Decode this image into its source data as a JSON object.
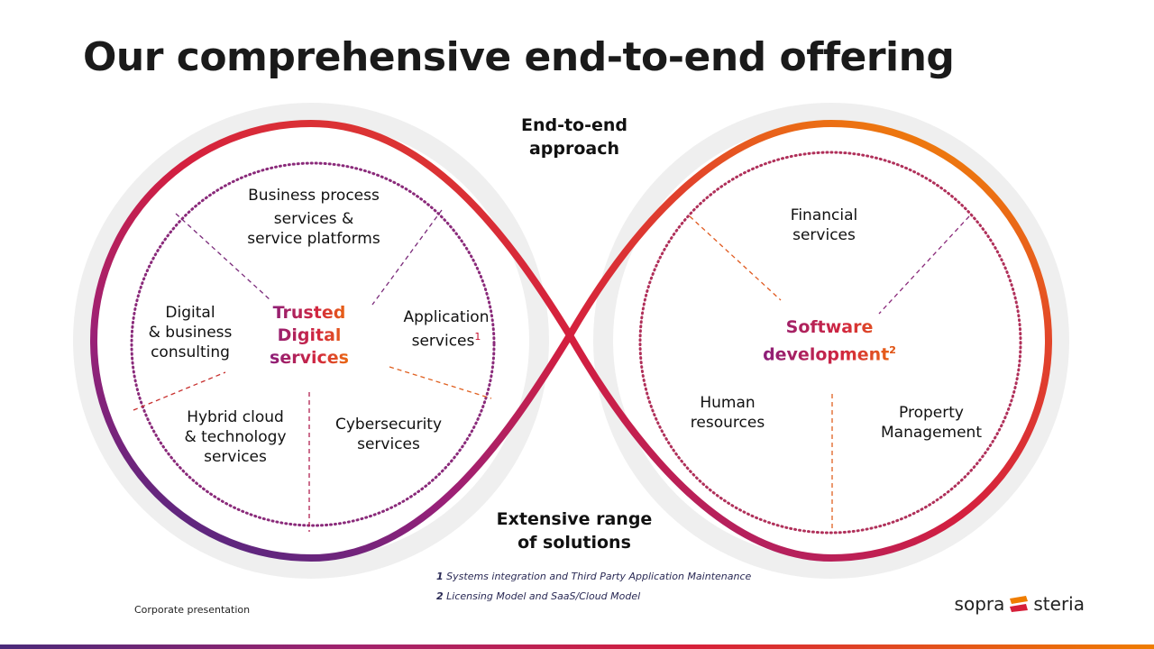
{
  "title": "Our comprehensive end-to-end offering",
  "top_label": [
    "End-to-end",
    "approach"
  ],
  "bottom_label": [
    "Extensive range",
    "of solutions"
  ],
  "left_circle": {
    "center": [
      "Trusted",
      "Digital",
      "services"
    ],
    "segments": [
      [
        "Business process",
        "services &",
        "service platforms"
      ],
      [
        "Application",
        "services"
      ],
      [
        "Cybersecurity",
        "services"
      ],
      [
        "Hybrid cloud",
        "& technology",
        "services"
      ],
      [
        "Digital",
        "& business",
        "consulting"
      ]
    ],
    "application_note": "1"
  },
  "right_circle": {
    "center": [
      "Software",
      "development"
    ],
    "center_note": "2",
    "segments": [
      [
        "Financial",
        "services"
      ],
      [
        "Property",
        "Management"
      ],
      [
        "Human",
        "resources"
      ]
    ]
  },
  "footnotes": [
    {
      "num": "1",
      "text": "Systems integration and Third Party Application Maintenance"
    },
    {
      "num": "2",
      "text": "Licensing Model and SaaS/Cloud Model"
    }
  ],
  "footer_label": "Corporate presentation",
  "logo": {
    "left": "sopra",
    "right": "steria"
  },
  "colors": {
    "purple": "#5b2a86",
    "magenta": "#a0226e",
    "red": "#d6203a",
    "orange": "#ef7d00"
  }
}
